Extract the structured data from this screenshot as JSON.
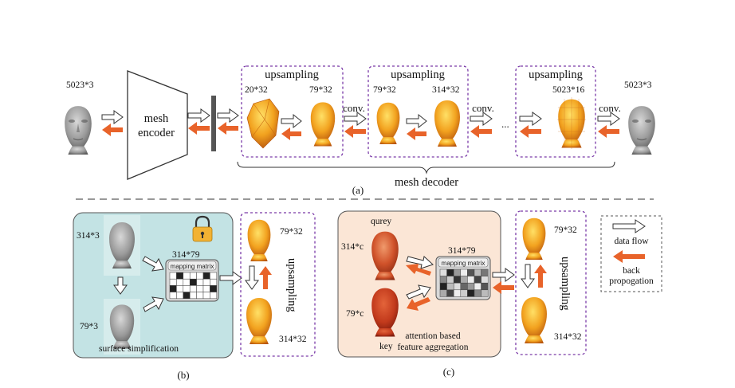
{
  "part_a": {
    "input_dim": "5023*3",
    "output_dim": "5023*3",
    "encoder_label_line1": "mesh",
    "encoder_label_line2": "encoder",
    "upsampling_label": "upsampling",
    "block1_left_dim": "20*32",
    "block1_right_dim": "79*32",
    "block2_left_dim": "79*32",
    "block2_right_dim": "314*32",
    "block3_dim": "5023*16",
    "conv_label": "conv.",
    "ellipsis": "...",
    "decoder_label": "mesh decoder",
    "caption": "(a)"
  },
  "part_b": {
    "top_dim": "314*3",
    "bottom_dim": "79*3",
    "matrix_dim": "314*79",
    "matrix_label": "mapping matrix",
    "panel_caption": "surface simplification",
    "up_top_dim": "79*32",
    "up_bottom_dim": "314*32",
    "upsampling_label": "upsampling",
    "caption": "(b)"
  },
  "part_c": {
    "query_label": "qurey",
    "query_dim": "314*c",
    "key_dim": "79*c",
    "key_label": "key",
    "matrix_dim": "314*79",
    "matrix_label": "mapping matrix",
    "panel_caption_line1": "attention based",
    "panel_caption_line2": "feature aggregation",
    "up_top_dim": "79*32",
    "up_bottom_dim": "314*32",
    "upsampling_label": "upsampling",
    "caption": "(c)"
  },
  "legend": {
    "data_flow": "data flow",
    "back_line1": "back",
    "back_line2": "propogation"
  },
  "colors": {
    "gray_face": "#9a9a9a",
    "orange_arrow": "#e8632a",
    "dashed_border": "#7a3aa8",
    "panel_b_fill": "#c3e3e4",
    "panel_c_fill": "#fbe6d6",
    "lock": "#f2b233"
  }
}
